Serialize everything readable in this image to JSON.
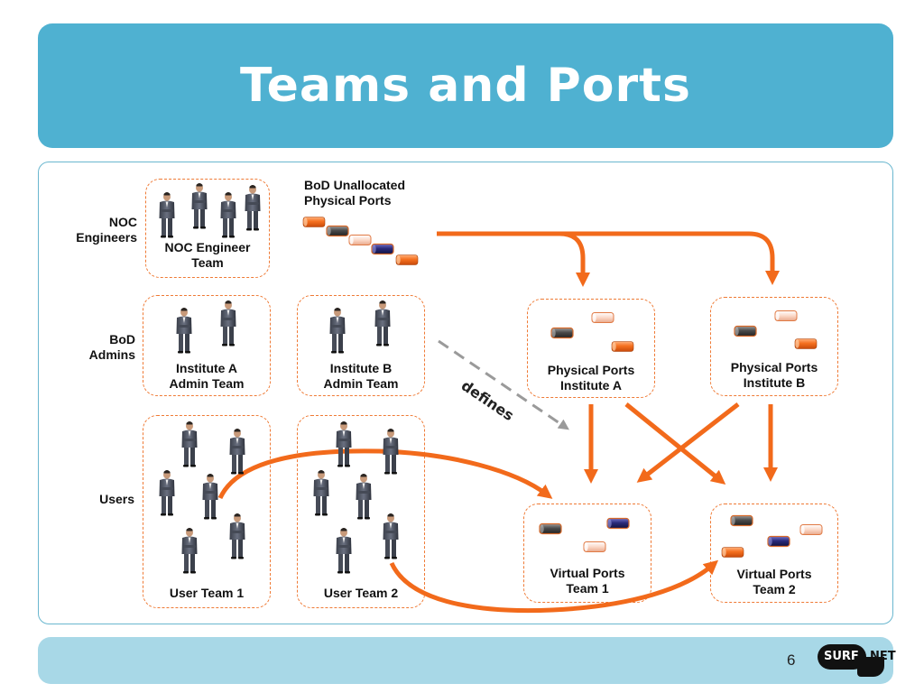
{
  "slide": {
    "title": "Teams and Ports",
    "page_number": "6"
  },
  "logo": {
    "part1": "SURF",
    "part2": "NET"
  },
  "rows": {
    "noc": "NOC\nEngineers",
    "admins": "BoD\nAdmins",
    "users": "Users"
  },
  "unallocated_label": "BoD Unallocated\nPhysical Ports",
  "boxes": {
    "noc_team": "NOC Engineer\nTeam",
    "admin_a": "Institute A\nAdmin Team",
    "admin_b": "Institute B\nAdmin Team",
    "user_1": "User Team 1",
    "user_2": "User Team 2",
    "phys_a": "Physical Ports\nInstitute A",
    "phys_b": "Physical Ports\nInstitute B",
    "virt_1": "Virtual Ports\nTeam 1",
    "virt_2": "Virtual Ports\nTeam 2"
  },
  "defines_label": "defines",
  "colors": {
    "title_bar": "#4fb1d1",
    "footer_bar": "#a8d8e7",
    "arrow_orange": "#f26a1b",
    "port_orange": "#f5701f",
    "port_dark": "#4a4a4a",
    "port_navy": "#2a2a7a",
    "port_light": "#fbd8c8",
    "dashed_arrow": "#9a9a9a"
  },
  "icons": {
    "person": "person-in-suit-icon",
    "port": "port-cylinder-icon"
  }
}
